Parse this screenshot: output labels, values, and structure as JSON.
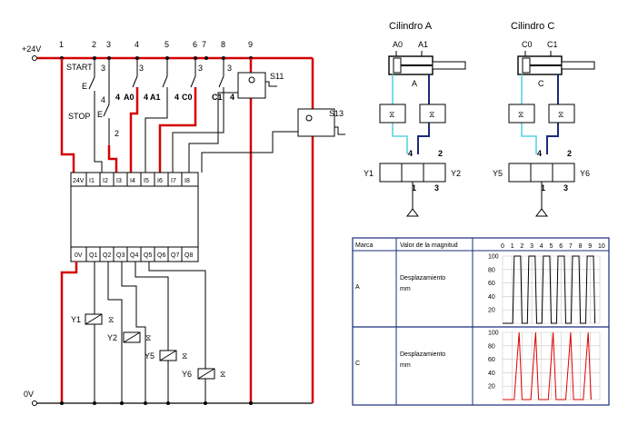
{
  "colors": {
    "wire": "#000000",
    "power": "#d40000",
    "cyan": "#5bd3e0",
    "navy": "#1a2c7a",
    "frame": "#1a2c7a",
    "trace_a": "#000000",
    "trace_c": "#e00000"
  },
  "ladder": {
    "supply_pos": "+24V",
    "supply_neg": "0V",
    "node_numbers": [
      "1",
      "2",
      "3",
      "4",
      "5",
      "6",
      "7",
      "8",
      "9"
    ],
    "start_label": "START",
    "stop_label": "STOP",
    "sensor_labels": [
      "A0",
      "A1",
      "C0",
      "C1"
    ],
    "contact_numbers": [
      "3",
      "3",
      "3",
      "3",
      "4",
      "4",
      "4",
      "4",
      "4",
      "2"
    ],
    "sensors": [
      "S11",
      "S13"
    ],
    "plc_inputs": [
      "24V",
      "I1",
      "I2",
      "I3",
      "I4",
      "I5",
      "I6",
      "I7",
      "I8"
    ],
    "plc_outputs": [
      "0V",
      "Q1",
      "Q2",
      "Q3",
      "Q4",
      "Q5",
      "Q6",
      "Q7",
      "Q8"
    ],
    "coils": [
      "Y1",
      "Y2",
      "Y5",
      "Y6"
    ]
  },
  "pneumatic": {
    "cyl_a_title": "Cilindro  A",
    "cyl_c_title": "Cilindro  C",
    "cyl_a_sensors": [
      "A0",
      "A1"
    ],
    "cyl_c_sensors": [
      "C0",
      "C1"
    ],
    "cyl_a_letter": "A",
    "cyl_c_letter": "C",
    "valve_a_coils": [
      "Y1",
      "Y2"
    ],
    "valve_c_coils": [
      "Y5",
      "Y6"
    ],
    "port_numbers": [
      "4",
      "2",
      "1",
      "3"
    ]
  },
  "table": {
    "headers": [
      "Marca",
      "Valor de la magnitud"
    ],
    "time_ticks": [
      "0",
      "1",
      "2",
      "3",
      "4",
      "5",
      "6",
      "7",
      "8",
      "9",
      "10"
    ],
    "rows": [
      {
        "mark": "A",
        "quantity": "Desplazamiento",
        "unit": "mm"
      },
      {
        "mark": "C",
        "quantity": "Desplazamiento",
        "unit": "mm"
      }
    ],
    "y_ticks": [
      "100",
      "80",
      "60",
      "40",
      "20"
    ]
  },
  "chart_data": [
    {
      "type": "line",
      "series": [
        {
          "name": "A",
          "x": [
            0,
            1.05,
            1.2,
            1.85,
            2.0,
            2.55,
            2.7,
            3.35,
            3.5,
            4.05,
            4.2,
            4.85,
            5.0,
            5.55,
            5.7,
            6.35,
            6.5,
            7.05,
            7.2,
            7.85,
            8.0,
            8.55,
            8.7,
            9.35,
            9.5
          ],
          "values": [
            0,
            0,
            100,
            100,
            0,
            0,
            100,
            100,
            0,
            0,
            100,
            100,
            0,
            0,
            100,
            100,
            0,
            0,
            100,
            100,
            0,
            0,
            100,
            100,
            0
          ]
        }
      ],
      "xlim": [
        0,
        10
      ],
      "ylim": [
        0,
        100
      ]
    },
    {
      "type": "line",
      "series": [
        {
          "name": "C",
          "x": [
            0,
            1.2,
            1.5,
            1.7,
            2.0,
            2.9,
            3.2,
            3.4,
            3.7,
            4.7,
            5.0,
            5.2,
            5.5,
            6.5,
            6.8,
            7.0,
            7.3,
            8.3,
            8.6,
            8.8,
            9.1
          ],
          "values": [
            0,
            0,
            60,
            100,
            0,
            0,
            60,
            100,
            0,
            0,
            60,
            100,
            0,
            0,
            60,
            100,
            0,
            0,
            60,
            100,
            0
          ]
        }
      ],
      "xlim": [
        0,
        10
      ],
      "ylim": [
        0,
        100
      ]
    }
  ]
}
